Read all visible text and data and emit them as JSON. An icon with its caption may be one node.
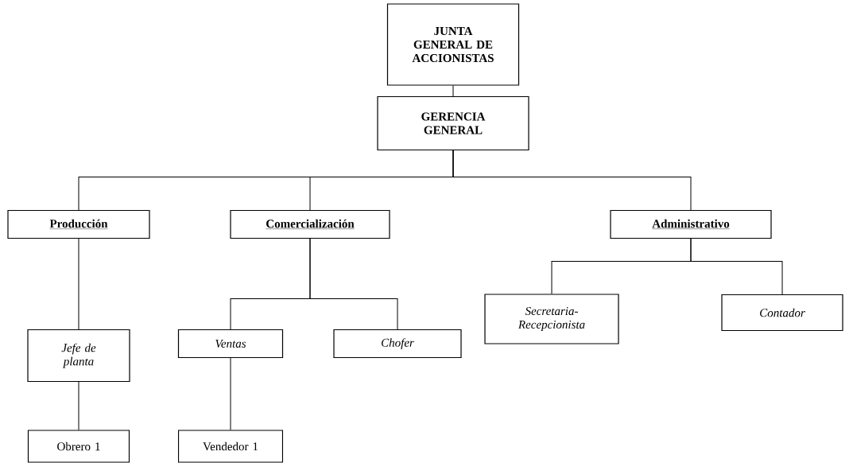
{
  "diagram": {
    "nodes": [
      {
        "text": [
          "JUNTA GENERAL DE ACCIONISTAS"
        ]
      },
      {
        "text": [
          "GERENCIA GENERAL"
        ]
      },
      {
        "text": [
          "Producción"
        ]
      },
      {
        "text": [
          "Comercialización"
        ]
      },
      {
        "text": [
          "Administrativo"
        ]
      },
      {
        "text": [
          "Jefe de planta"
        ]
      },
      {
        "text": [
          "Ventas"
        ]
      },
      {
        "text": [
          "Chofer"
        ]
      },
      {
        "text": [
          "Secretaria-Recepcionista"
        ]
      },
      {
        "text": [
          "Contador"
        ]
      },
      {
        "text": [
          "Obrero 1"
        ]
      },
      {
        "text": [
          "Vendedor 1"
        ]
      }
    ],
    "edges": [
      {
        "from": 0,
        "to": 1,
        "arrow": "none"
      },
      {
        "from": 1,
        "to": 2,
        "arrow": "none"
      },
      {
        "from": 1,
        "to": 3,
        "arrow": "none"
      },
      {
        "from": 1,
        "to": 4,
        "arrow": "none"
      },
      {
        "from": 2,
        "to": 5,
        "arrow": "none"
      },
      {
        "from": 3,
        "to": 6,
        "arrow": "none"
      },
      {
        "from": 3,
        "to": 7,
        "arrow": "none"
      },
      {
        "from": 4,
        "to": 8,
        "arrow": "none"
      },
      {
        "from": 4,
        "to": 9,
        "arrow": "none"
      },
      {
        "from": 5,
        "to": 10,
        "arrow": "none"
      },
      {
        "from": 6,
        "to": 11,
        "arrow": "none"
      }
    ]
  }
}
